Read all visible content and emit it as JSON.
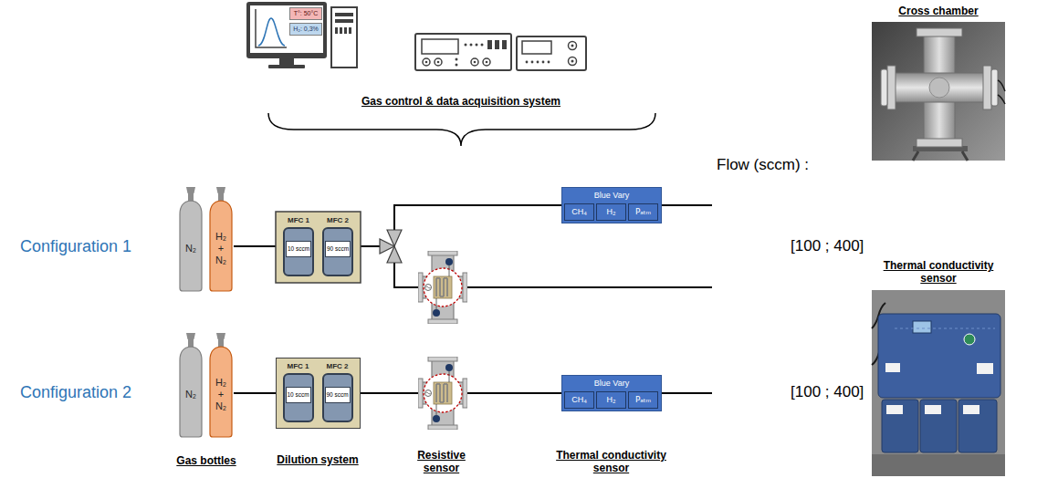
{
  "diagram": {
    "nodes": [
      {
        "text": [
          "T°: 50°C"
        ]
      },
      {
        "text": [
          "H₂: 0,3%"
        ]
      },
      {
        "text": [
          "N₂"
        ]
      },
      {
        "text": [
          "H₂ + N₂"
        ]
      },
      {
        "text": [
          "MFC 1",
          "10 sccm"
        ]
      },
      {
        "text": [
          "MFC 2",
          "90 sccm"
        ]
      },
      {
        "text": [
          "Blue Vary"
        ]
      },
      {
        "text": [
          "CH₄"
        ],
        "in": 6
      },
      {
        "text": [
          "H₂"
        ],
        "in": 6
      },
      {
        "text": [
          "Pₐₜₘ"
        ],
        "in": 6
      },
      {
        "text": [
          "N₂"
        ]
      },
      {
        "text": [
          "H₂ + N₂"
        ]
      },
      {
        "text": [
          "Dilution system"
        ]
      },
      {
        "text": [
          "MFC 1",
          "10 sccm"
        ],
        "in": 12
      },
      {
        "text": [
          "MFC 2",
          "90 sccm"
        ],
        "in": 12
      },
      {
        "text": [
          "Resistive sensor"
        ]
      },
      {
        "text": [
          "Blue Vary",
          "Thermal conductivity sensor"
        ]
      },
      {
        "text": [
          "CH₄"
        ],
        "in": 16
      },
      {
        "text": [
          "H₂"
        ],
        "in": 16
      },
      {
        "text": [
          "Pₐₜₘ"
        ],
        "in": 16
      }
    ],
    "edges": [
      {
        "from": 11,
        "to": 12,
        "arrow": "none"
      },
      {
        "from": 12,
        "to": 15,
        "arrow": "none"
      },
      {
        "from": 15,
        "to": 16,
        "arrow": "none"
      }
    ],
    "labels": [
      "Gas control & data acquisition system",
      "Flow (sccm) :",
      "Cross chamber",
      "Configuration 1",
      "[100 ; 400]",
      "Thermal conductivity sensor",
      "Configuration 2",
      "[100 ; 400]",
      "Gas bottles"
    ]
  }
}
